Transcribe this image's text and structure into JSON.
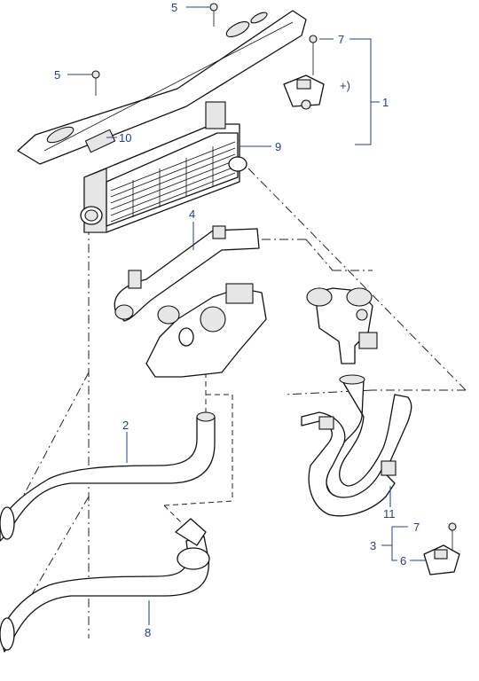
{
  "callouts": {
    "c1": "1",
    "c2": "2",
    "c3": "3",
    "c4": "4",
    "c5a": "5",
    "c5b": "5",
    "c6": "6",
    "c7a": "7",
    "c7b": "7",
    "c8": "8",
    "c9": "9",
    "c10": "10",
    "c11": "11",
    "sensor_mark": "+)"
  }
}
